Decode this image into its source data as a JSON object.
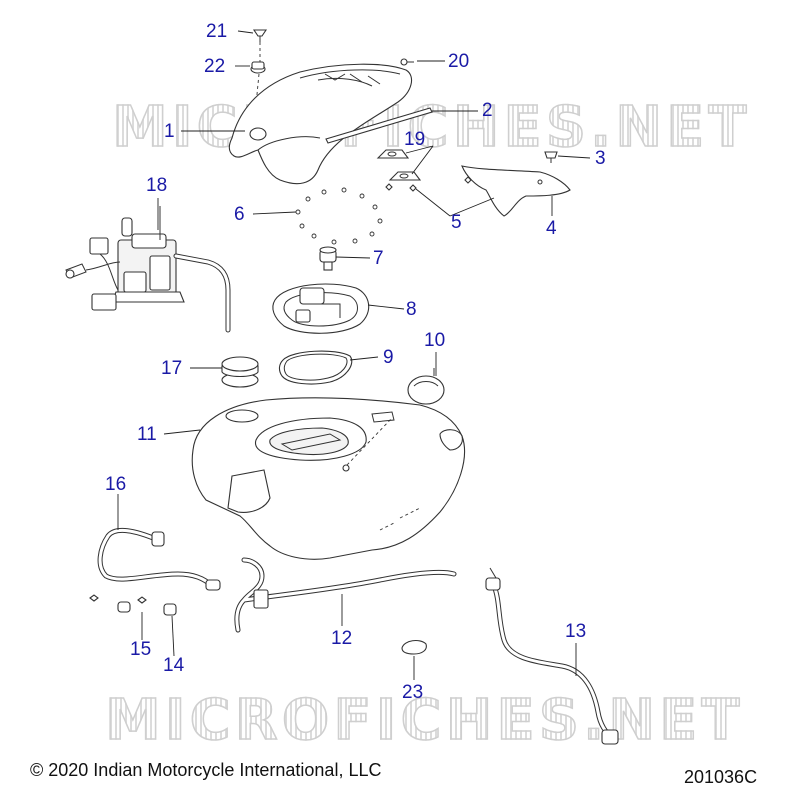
{
  "watermarks": [
    "MICROFICHES.NET",
    "MICROFICHES.NET"
  ],
  "callouts": [
    {
      "id": "21",
      "label": "21"
    },
    {
      "id": "22",
      "label": "22"
    },
    {
      "id": "20",
      "label": "20"
    },
    {
      "id": "1",
      "label": "1"
    },
    {
      "id": "2",
      "label": "2"
    },
    {
      "id": "19",
      "label": "19"
    },
    {
      "id": "3",
      "label": "3"
    },
    {
      "id": "18",
      "label": "18"
    },
    {
      "id": "6",
      "label": "6"
    },
    {
      "id": "5",
      "label": "5"
    },
    {
      "id": "4",
      "label": "4"
    },
    {
      "id": "7",
      "label": "7"
    },
    {
      "id": "8",
      "label": "8"
    },
    {
      "id": "10",
      "label": "10"
    },
    {
      "id": "17",
      "label": "17"
    },
    {
      "id": "9",
      "label": "9"
    },
    {
      "id": "11",
      "label": "11"
    },
    {
      "id": "16",
      "label": "16"
    },
    {
      "id": "12",
      "label": "12"
    },
    {
      "id": "13",
      "label": "13"
    },
    {
      "id": "15",
      "label": "15"
    },
    {
      "id": "14",
      "label": "14"
    },
    {
      "id": "23",
      "label": "23"
    }
  ],
  "footer": {
    "copyright": "© 2020 Indian Motorcycle International, LLC",
    "diagram_code": "201036C"
  }
}
